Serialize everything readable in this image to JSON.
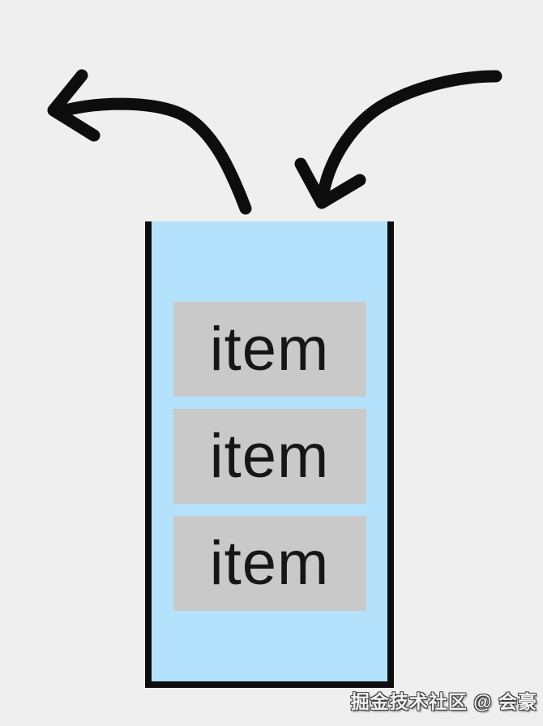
{
  "colors": {
    "background": "#efefef",
    "stack_fill": "#b4e1fb",
    "stack_border": "#0d0d0d",
    "item_fill": "#c9c9c9",
    "item_text": "#161616",
    "arrow": "#0d0d0d",
    "watermark_text": "#f2f2f2",
    "watermark_shadow": "#3c3c3c"
  },
  "diagram": {
    "type": "stack",
    "description": "Open-top stack container holding stacked items, with a curved arrow popping out to the upper left and a curved arrow pushing in from the upper right",
    "items": [
      "item",
      "item",
      "item"
    ],
    "arrows": [
      {
        "name": "pop-arrow",
        "direction": "out-to-upper-left"
      },
      {
        "name": "push-arrow",
        "direction": "in-from-upper-right"
      }
    ]
  },
  "watermark": {
    "text": "掘金技术社区 @ 会豪"
  }
}
